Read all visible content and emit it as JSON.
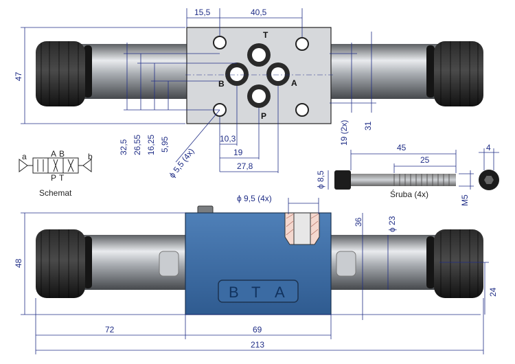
{
  "dims": {
    "d15_5": "15,5",
    "d40_5": "40,5",
    "d47": "47",
    "d32_5": "32,5",
    "d26_55": "26,55",
    "d16_25": "16,25",
    "d5_95": "5,95",
    "d10_3": "10,3",
    "d19": "19",
    "d27_8": "27,8",
    "d5_5": "ϕ 5,5  (4x)",
    "d19_2x": "19  (2x)",
    "d31": "31",
    "d45": "45",
    "d25": "25",
    "d4": "4",
    "d8_5": "ϕ 8,5",
    "dM5": "M5",
    "d9_5": "ϕ  9,5  (4x)",
    "d36": "36",
    "d23": "ϕ 23",
    "d48": "48",
    "d24": "24",
    "d72": "72",
    "d69": "69",
    "d213": "213"
  },
  "ports": {
    "T": "T",
    "A": "A",
    "B": "B",
    "P": "P"
  },
  "schematic": {
    "a": "a",
    "b": "b",
    "A": "A",
    "B": "B",
    "P": "P",
    "T": "T",
    "caption": "Schemat"
  },
  "screw_caption": "Śruba (4x)",
  "brand": [
    "B",
    "T",
    "A"
  ],
  "colors": {
    "dimension": "#1f2d86",
    "body_top": "#d6d8db",
    "body_blue": "#3f6fa7",
    "knob": "#1d1d1d"
  }
}
